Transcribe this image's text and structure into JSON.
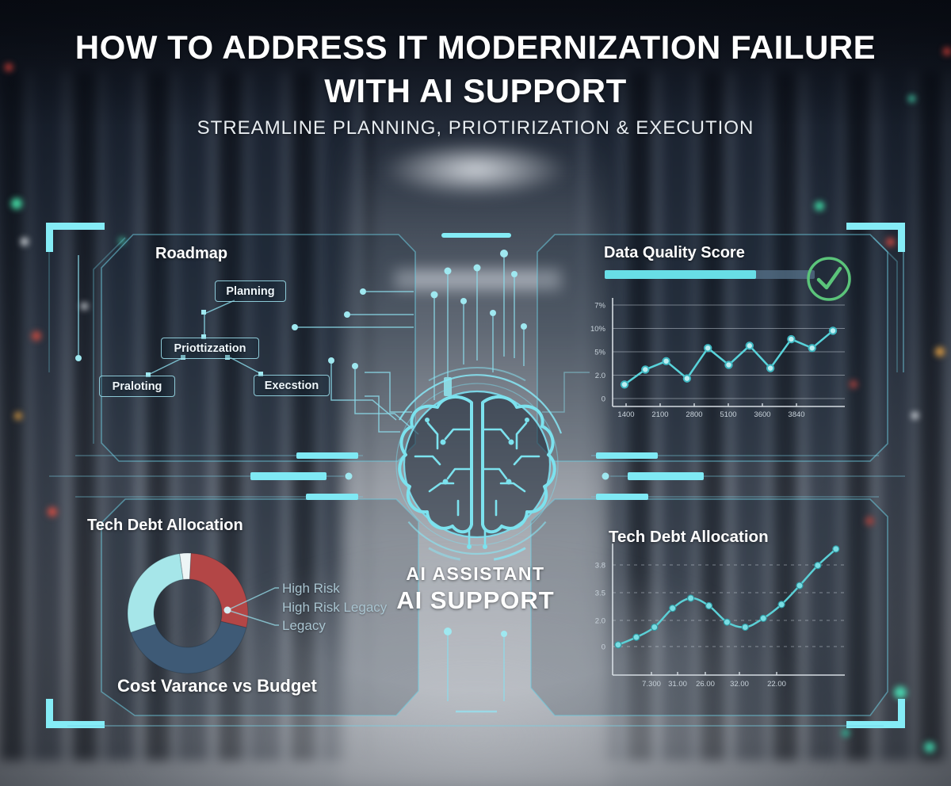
{
  "header": {
    "title_line1": "HOW TO ADDRESS IT MODERNIZATION FAILURE",
    "title_line2": "WITH AI SUPPORT",
    "subtitle": "STREAMLINE PLANNING, PRIOTIRIZATION & EXECUTION"
  },
  "panels": {
    "roadmap": {
      "title": "Roadmap",
      "nodes": [
        {
          "label": "Planning"
        },
        {
          "label": "Priottizzation"
        },
        {
          "label": "Praloting"
        },
        {
          "label": "Execstion"
        }
      ]
    },
    "data_quality": {
      "title": "Data Quality Score",
      "progress_percent": 72
    },
    "tech_debt_pie": {
      "title": "Tech Debt Allocation",
      "caption": "Cost Varance vs Budget"
    },
    "tech_debt_line": {
      "title": "Tech Debt Allocation"
    }
  },
  "center": {
    "label_small": "AI ASSISTANT",
    "label_large": "AI SUPPORT"
  },
  "icons": {
    "check": "check-circle-icon",
    "brain": "circuit-brain-icon"
  },
  "colors": {
    "accent": "#6fdce8",
    "bracket": "#85ecf6",
    "progress_fill": "#68dee6",
    "progress_track": "#56718a",
    "check_green": "#5bc47a",
    "pie_high_risk": "#b34646",
    "pie_high_risk_legacy": "#3e5a76",
    "pie_legacy": "#a6e6e9",
    "line": "#58d3da",
    "legend_text": "#a9c4d0"
  },
  "chart_data": [
    {
      "id": "quality_line",
      "type": "line",
      "title": "Data Quality Score",
      "x_labels": [
        "1400",
        "2100",
        "2800",
        "5100",
        "3600",
        "3840"
      ],
      "y_tick_labels": [
        "7%",
        "10%",
        "5%",
        "2.0",
        "0"
      ],
      "values": [
        3,
        6.2,
        8,
        4.3,
        10.8,
        7.2,
        11.3,
        6.5,
        12.7,
        10.8,
        14.5
      ],
      "ylim": [
        0,
        20
      ],
      "grid": true,
      "legend_position": "none",
      "line_color": "#58d3da"
    },
    {
      "id": "tech_debt_pie",
      "type": "pie",
      "title": "Tech Debt Allocation",
      "slices": [
        {
          "label": "High Risk",
          "value": 28,
          "color": "#b34646"
        },
        {
          "label": "High Risk Legacy",
          "value": 41,
          "color": "#3e5a76"
        },
        {
          "label": "Legacy",
          "value": 28,
          "color": "#a6e6e9"
        },
        {
          "label": "",
          "value": 3,
          "color": "#edf5f6"
        }
      ],
      "legend_position": "right"
    },
    {
      "id": "tech_debt_line",
      "type": "line",
      "title": "Tech Debt Allocation",
      "x_labels": [
        "7.300",
        "31.00",
        "26.00",
        "32.00",
        "22.00"
      ],
      "y_tick_labels": [
        "3.8",
        "3.5",
        "2.0",
        "0"
      ],
      "values": [
        2.4,
        3,
        3.8,
        5.3,
        6.1,
        5.5,
        4.2,
        3.8,
        4.5,
        5.6,
        7.1,
        8.7,
        10
      ],
      "ylim": [
        0,
        11
      ],
      "grid": true,
      "smooth": true,
      "legend_position": "none",
      "line_color": "#5bd0d6"
    }
  ]
}
